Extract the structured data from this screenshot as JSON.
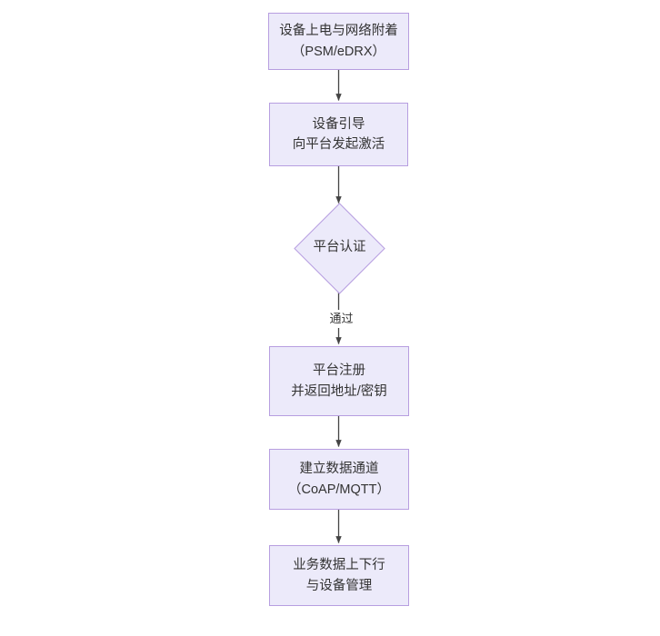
{
  "diagram": {
    "type": "flowchart",
    "orientation": "top-to-bottom",
    "colors": {
      "node_fill": "#eceafa",
      "node_border": "#b79ee0",
      "text": "#333333",
      "connector": "#444444",
      "background": "#ffffff"
    },
    "nodes": [
      {
        "id": "power-on",
        "shape": "rectangle",
        "lines": [
          "设备上电与网络附着",
          "（PSM/eDRX）"
        ]
      },
      {
        "id": "bootstrap",
        "shape": "rectangle",
        "lines": [
          "设备引导",
          "向平台发起激活"
        ]
      },
      {
        "id": "platform-auth",
        "shape": "diamond",
        "lines": [
          "平台认证"
        ]
      },
      {
        "id": "platform-register",
        "shape": "rectangle",
        "lines": [
          "平台注册",
          "并返回地址/密钥"
        ]
      },
      {
        "id": "data-channel",
        "shape": "rectangle",
        "lines": [
          "建立数据通道",
          "（CoAP/MQTT）"
        ]
      },
      {
        "id": "service-data",
        "shape": "rectangle",
        "lines": [
          "业务数据上下行",
          "与设备管理"
        ]
      }
    ],
    "edges": [
      {
        "id": "e1",
        "from": "power-on",
        "to": "bootstrap",
        "label": ""
      },
      {
        "id": "e2",
        "from": "bootstrap",
        "to": "platform-auth",
        "label": ""
      },
      {
        "id": "e3",
        "from": "platform-auth",
        "to": "platform-register",
        "label": "通过"
      },
      {
        "id": "e4",
        "from": "platform-register",
        "to": "data-channel",
        "label": ""
      },
      {
        "id": "e5",
        "from": "data-channel",
        "to": "service-data",
        "label": ""
      }
    ]
  }
}
